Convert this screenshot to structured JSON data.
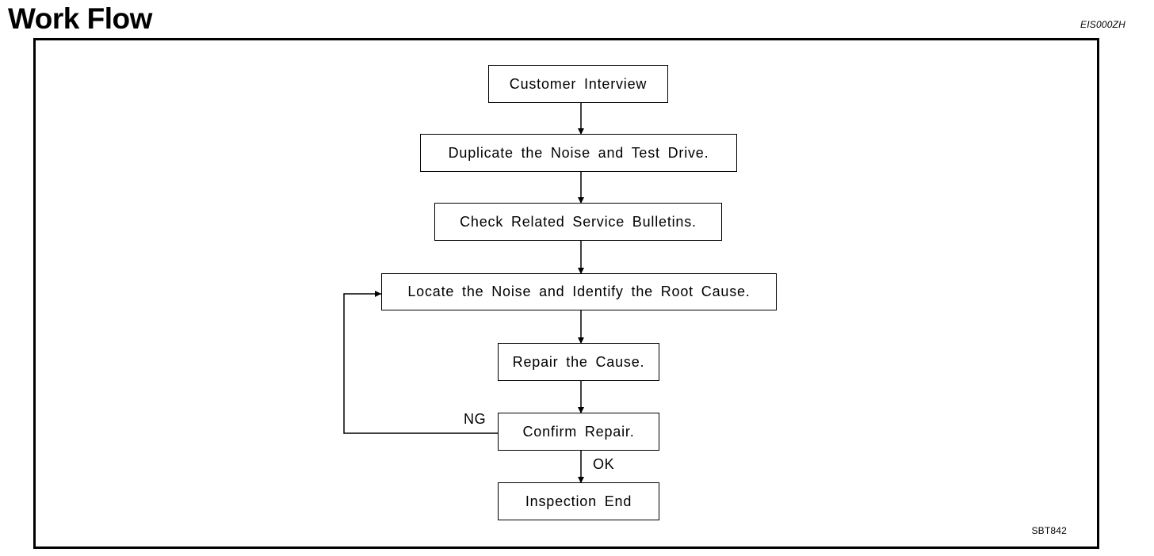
{
  "header": {
    "title": "Work Flow",
    "code": "EIS000ZH"
  },
  "diagram": {
    "steps": [
      "Customer Interview",
      "Duplicate the Noise and Test Drive.",
      "Check Related Service Bulletins.",
      "Locate the Noise and Identify the Root Cause.",
      "Repair the Cause.",
      "Confirm Repair.",
      "Inspection End"
    ],
    "branches": {
      "ng": "NG",
      "ok": "OK"
    },
    "figure_code": "SBT842"
  }
}
